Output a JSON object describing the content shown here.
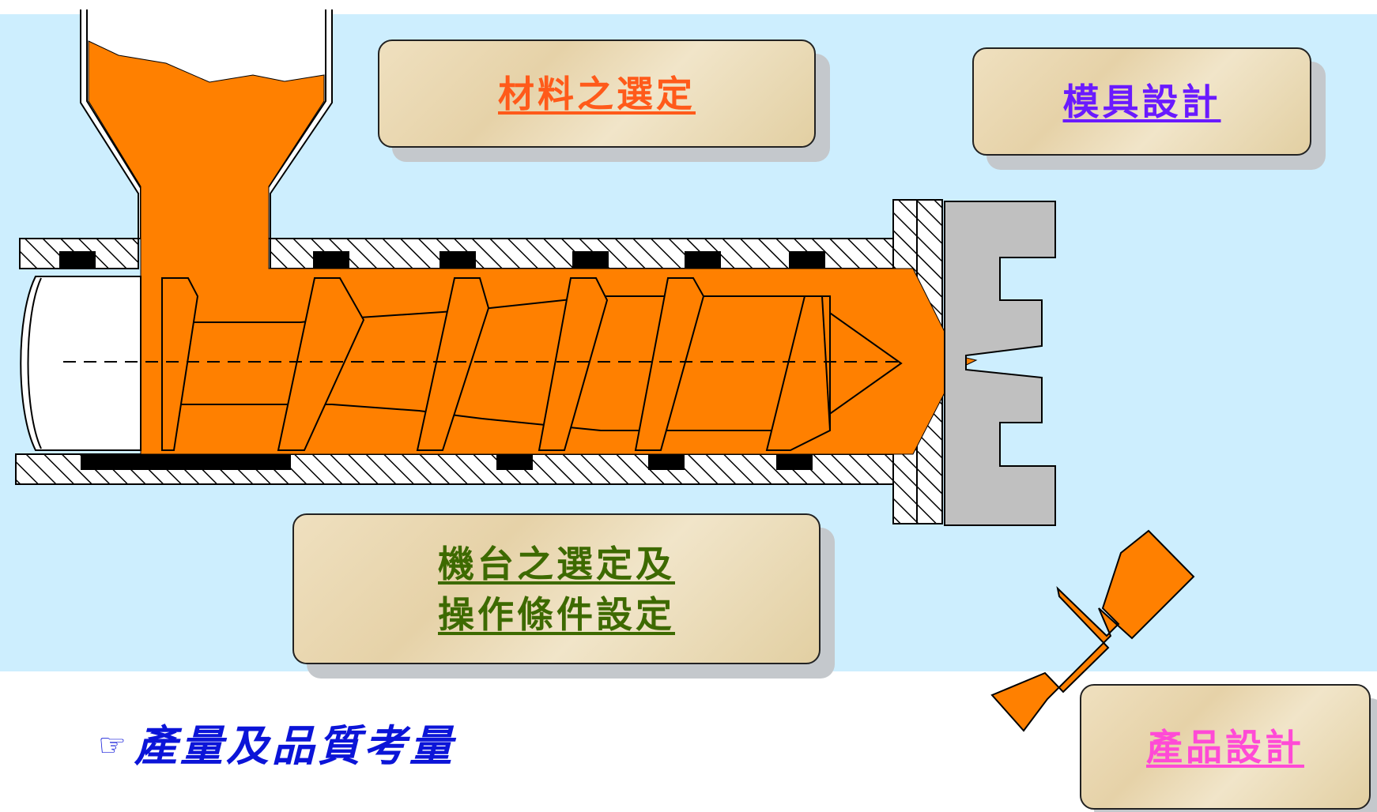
{
  "labels": {
    "material": "材料之選定",
    "mold": "模具設計",
    "machine_line1": "機台之選定及",
    "machine_line2": "操作條件設定",
    "product": "產品設計"
  },
  "bullet": {
    "icon": "pointing-hand-icon",
    "symbol": "☞",
    "text": "產量及品質考量"
  },
  "colors": {
    "background": "#cdeefe",
    "melt": "#ff8000",
    "material_text": "#ff5a1a",
    "mold_text": "#6a1aff",
    "machine_text": "#3d6a00",
    "product_text": "#ff4ad6",
    "bullet_text": "#0b14d8",
    "mold_plate": "#c0c0c0"
  }
}
